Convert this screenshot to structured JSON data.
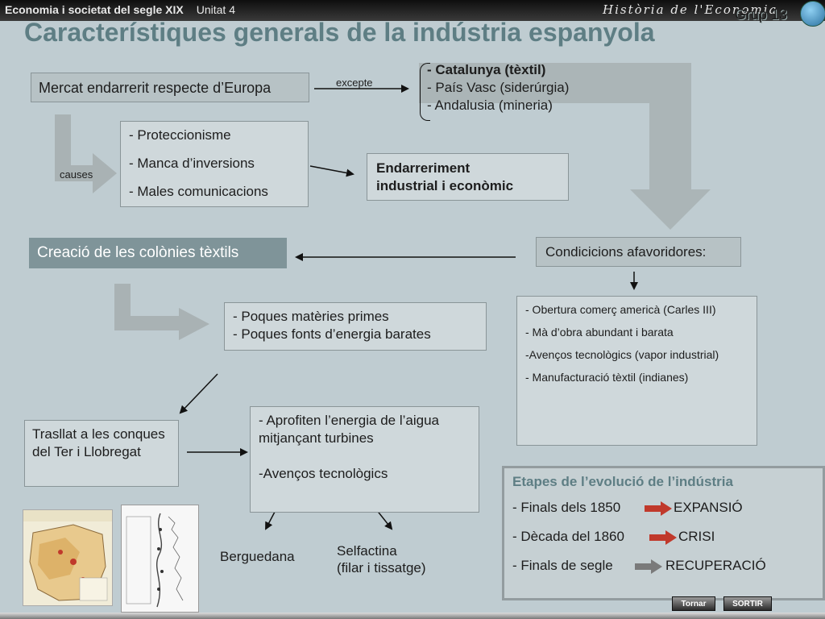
{
  "header": {
    "course": "Economia i societat del segle XIX",
    "unit": "Unitat 4",
    "script_text": "Història de l'Economia",
    "group": "Grup 13",
    "title": "Característiques generals de la indústria espanyola"
  },
  "mercat": {
    "text": "Mercat endarrerit respecte d’Europa"
  },
  "excepte_label": "excepte",
  "exceptions": [
    "- Catalunya (tèxtil)",
    "- País Vasc (siderúrgia)",
    "- Andalusia (mineria)"
  ],
  "causes_label": "causes",
  "causes": [
    "- Proteccionisme",
    "- Manca d’inversions",
    "- Males comunicacions"
  ],
  "endarreriment": {
    "line1": "Endarreriment",
    "line2": "industrial i econòmic"
  },
  "creacio": {
    "text": "Creació de les colònies tèxtils"
  },
  "condicions": {
    "text": "Condicicions afavoridores:"
  },
  "poques": [
    "- Poques matèries primes",
    "- Poques fonts d’energia barates"
  ],
  "favorable_conditions": [
    "- Obertura comerç americà (Carles III)",
    "- Mà d’obra abundant i barata",
    "-Avenços tecnològics (vapor industrial)",
    "- Manufacturació tèxtil (indianes)"
  ],
  "trasllat": {
    "text": "Trasllat a les conques del Ter i Llobregat"
  },
  "aprofiten": {
    "p1": "- Aprofiten l’energia de l’aigua mitjançant turbines",
    "p2": "-Avenços tecnològics"
  },
  "places": {
    "berguedana": "Berguedana",
    "selfactina_1": "Selfactina",
    "selfactina_2": "(filar i tissatge)"
  },
  "etapes": {
    "title": "Etapes de l’evolució de l’indústria",
    "rows": [
      {
        "period": "- Finals dels 1850",
        "stage": "EXPANSIÓ"
      },
      {
        "period": "- Dècada del 1860",
        "stage": "CRISI"
      },
      {
        "period": "- Finals de segle",
        "stage": "RECUPERACIÓ"
      }
    ]
  },
  "buttons": {
    "tornar": "Tornar",
    "sortir": "SORTIR"
  },
  "colors": {
    "background": "#bfccd1",
    "title": "#5e7e84",
    "highlight_box": "#7f9499",
    "arrow_red": "#c0392b"
  }
}
